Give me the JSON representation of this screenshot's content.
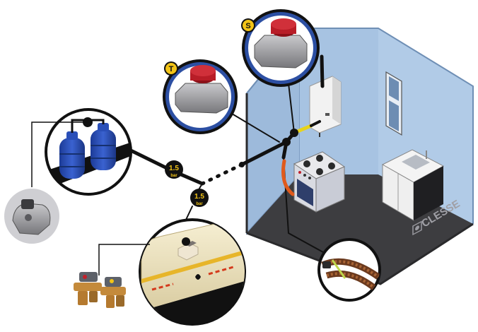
{
  "callouts": {
    "s_badge": "S",
    "t_badge": "T"
  },
  "pressure_badges": [
    {
      "value": "1.5",
      "unit": "bar"
    },
    {
      "value": "1.5",
      "unit": "bar"
    }
  ],
  "brand": {
    "name": "CLESSE",
    "logo_icon": "clesse-logo-icon"
  },
  "colors": {
    "wall": "#9bb8d8",
    "floor": "#3b3b3d",
    "cylinder_blue": "#2a4fb8",
    "callout_ring": "#2c4fa3",
    "regulator_red": "#c3202a",
    "badge_yellow": "#f3c417",
    "hose_orange": "#e05a1c",
    "pipe": "#1a1a1a"
  }
}
